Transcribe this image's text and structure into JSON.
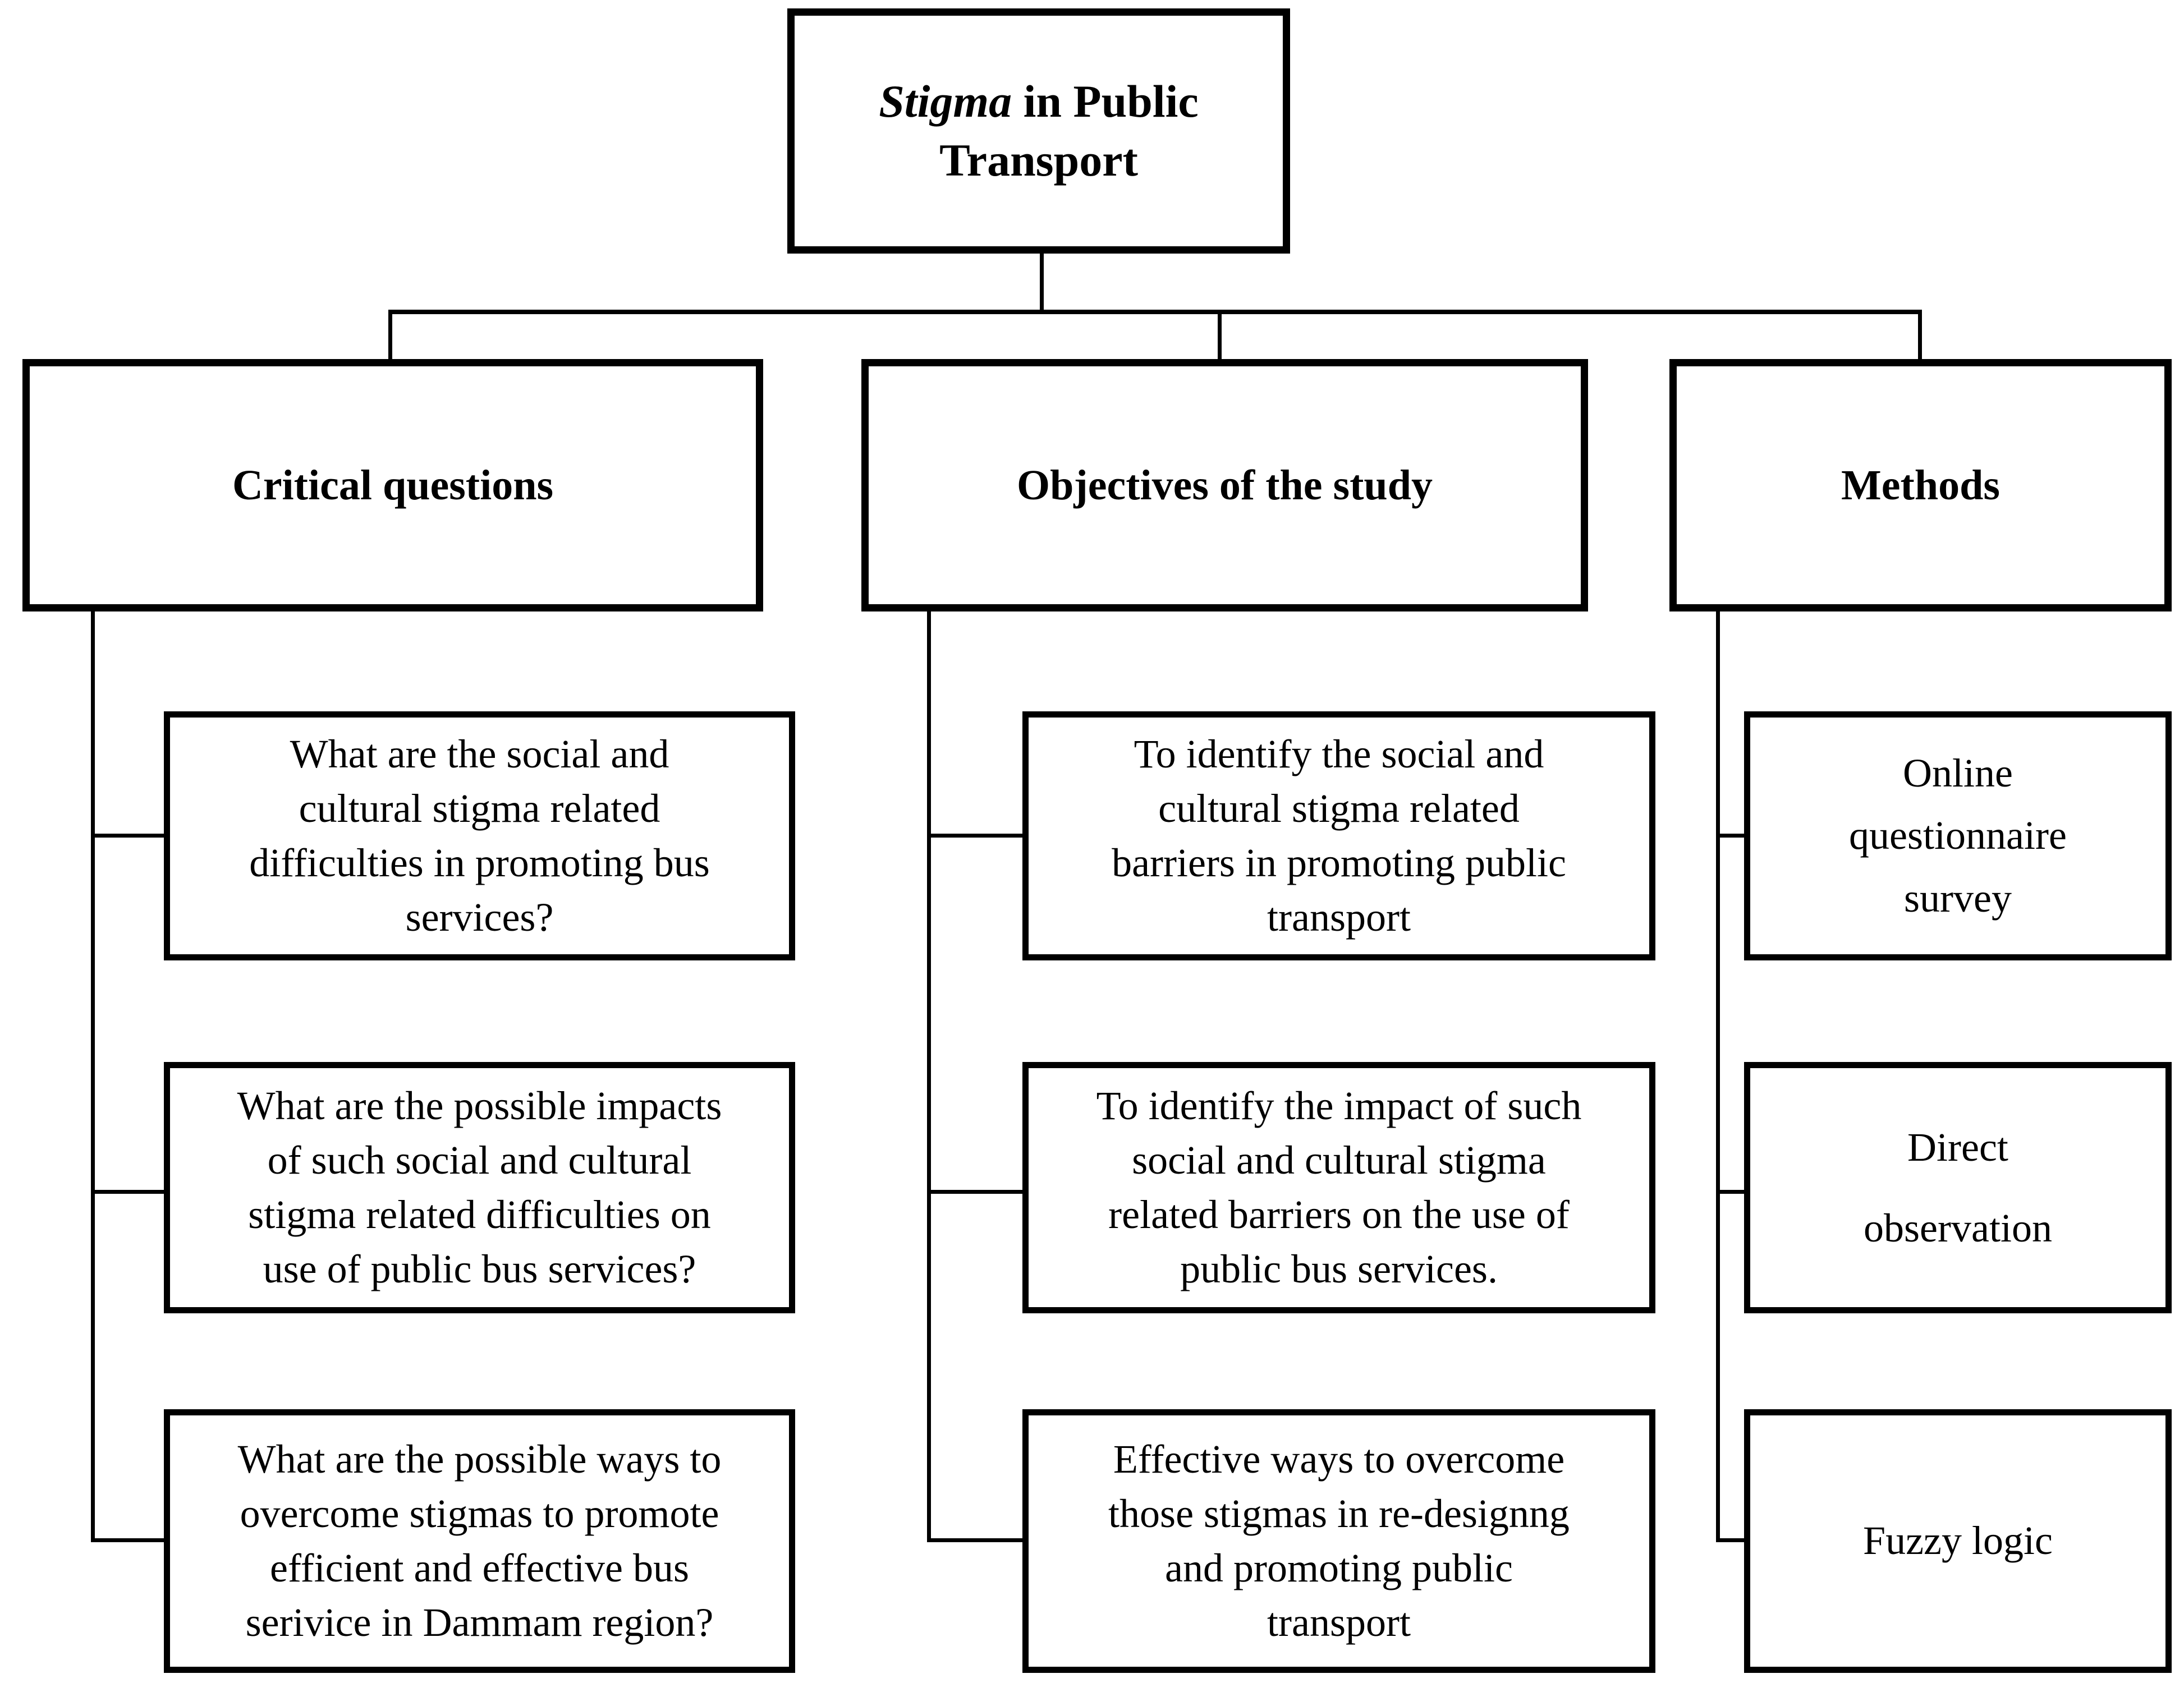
{
  "diagram": {
    "root": {
      "title_em": "Stigma",
      "title_rest": " in Public Transport"
    },
    "columns": [
      {
        "header": "Critical questions",
        "items": [
          "What are the social and\ncultural stigma related\ndifficulties in promoting bus\nservices?",
          "What are the possible impacts\nof such social and cultural\nstigma related difficulties on\nuse of public bus services?",
          "What are the possible ways to\novercome stigmas to promote\nefficient and effective bus\nserivice in Dammam region?"
        ]
      },
      {
        "header": "Objectives of the study",
        "items": [
          "To identify the social and\ncultural stigma related\nbarriers in promoting public\ntransport",
          "To identify the impact of such\nsocial and cultural stigma\nrelated barriers on the use of\npublic bus services.",
          "Effective ways to overcome\nthose stigmas in re-designng\nand promoting public\ntransport"
        ]
      },
      {
        "header": "Methods",
        "items": [
          "Online\nquestionnaire\nsurvey",
          "Direct\nobservation",
          "Fuzzy logic"
        ]
      }
    ]
  }
}
